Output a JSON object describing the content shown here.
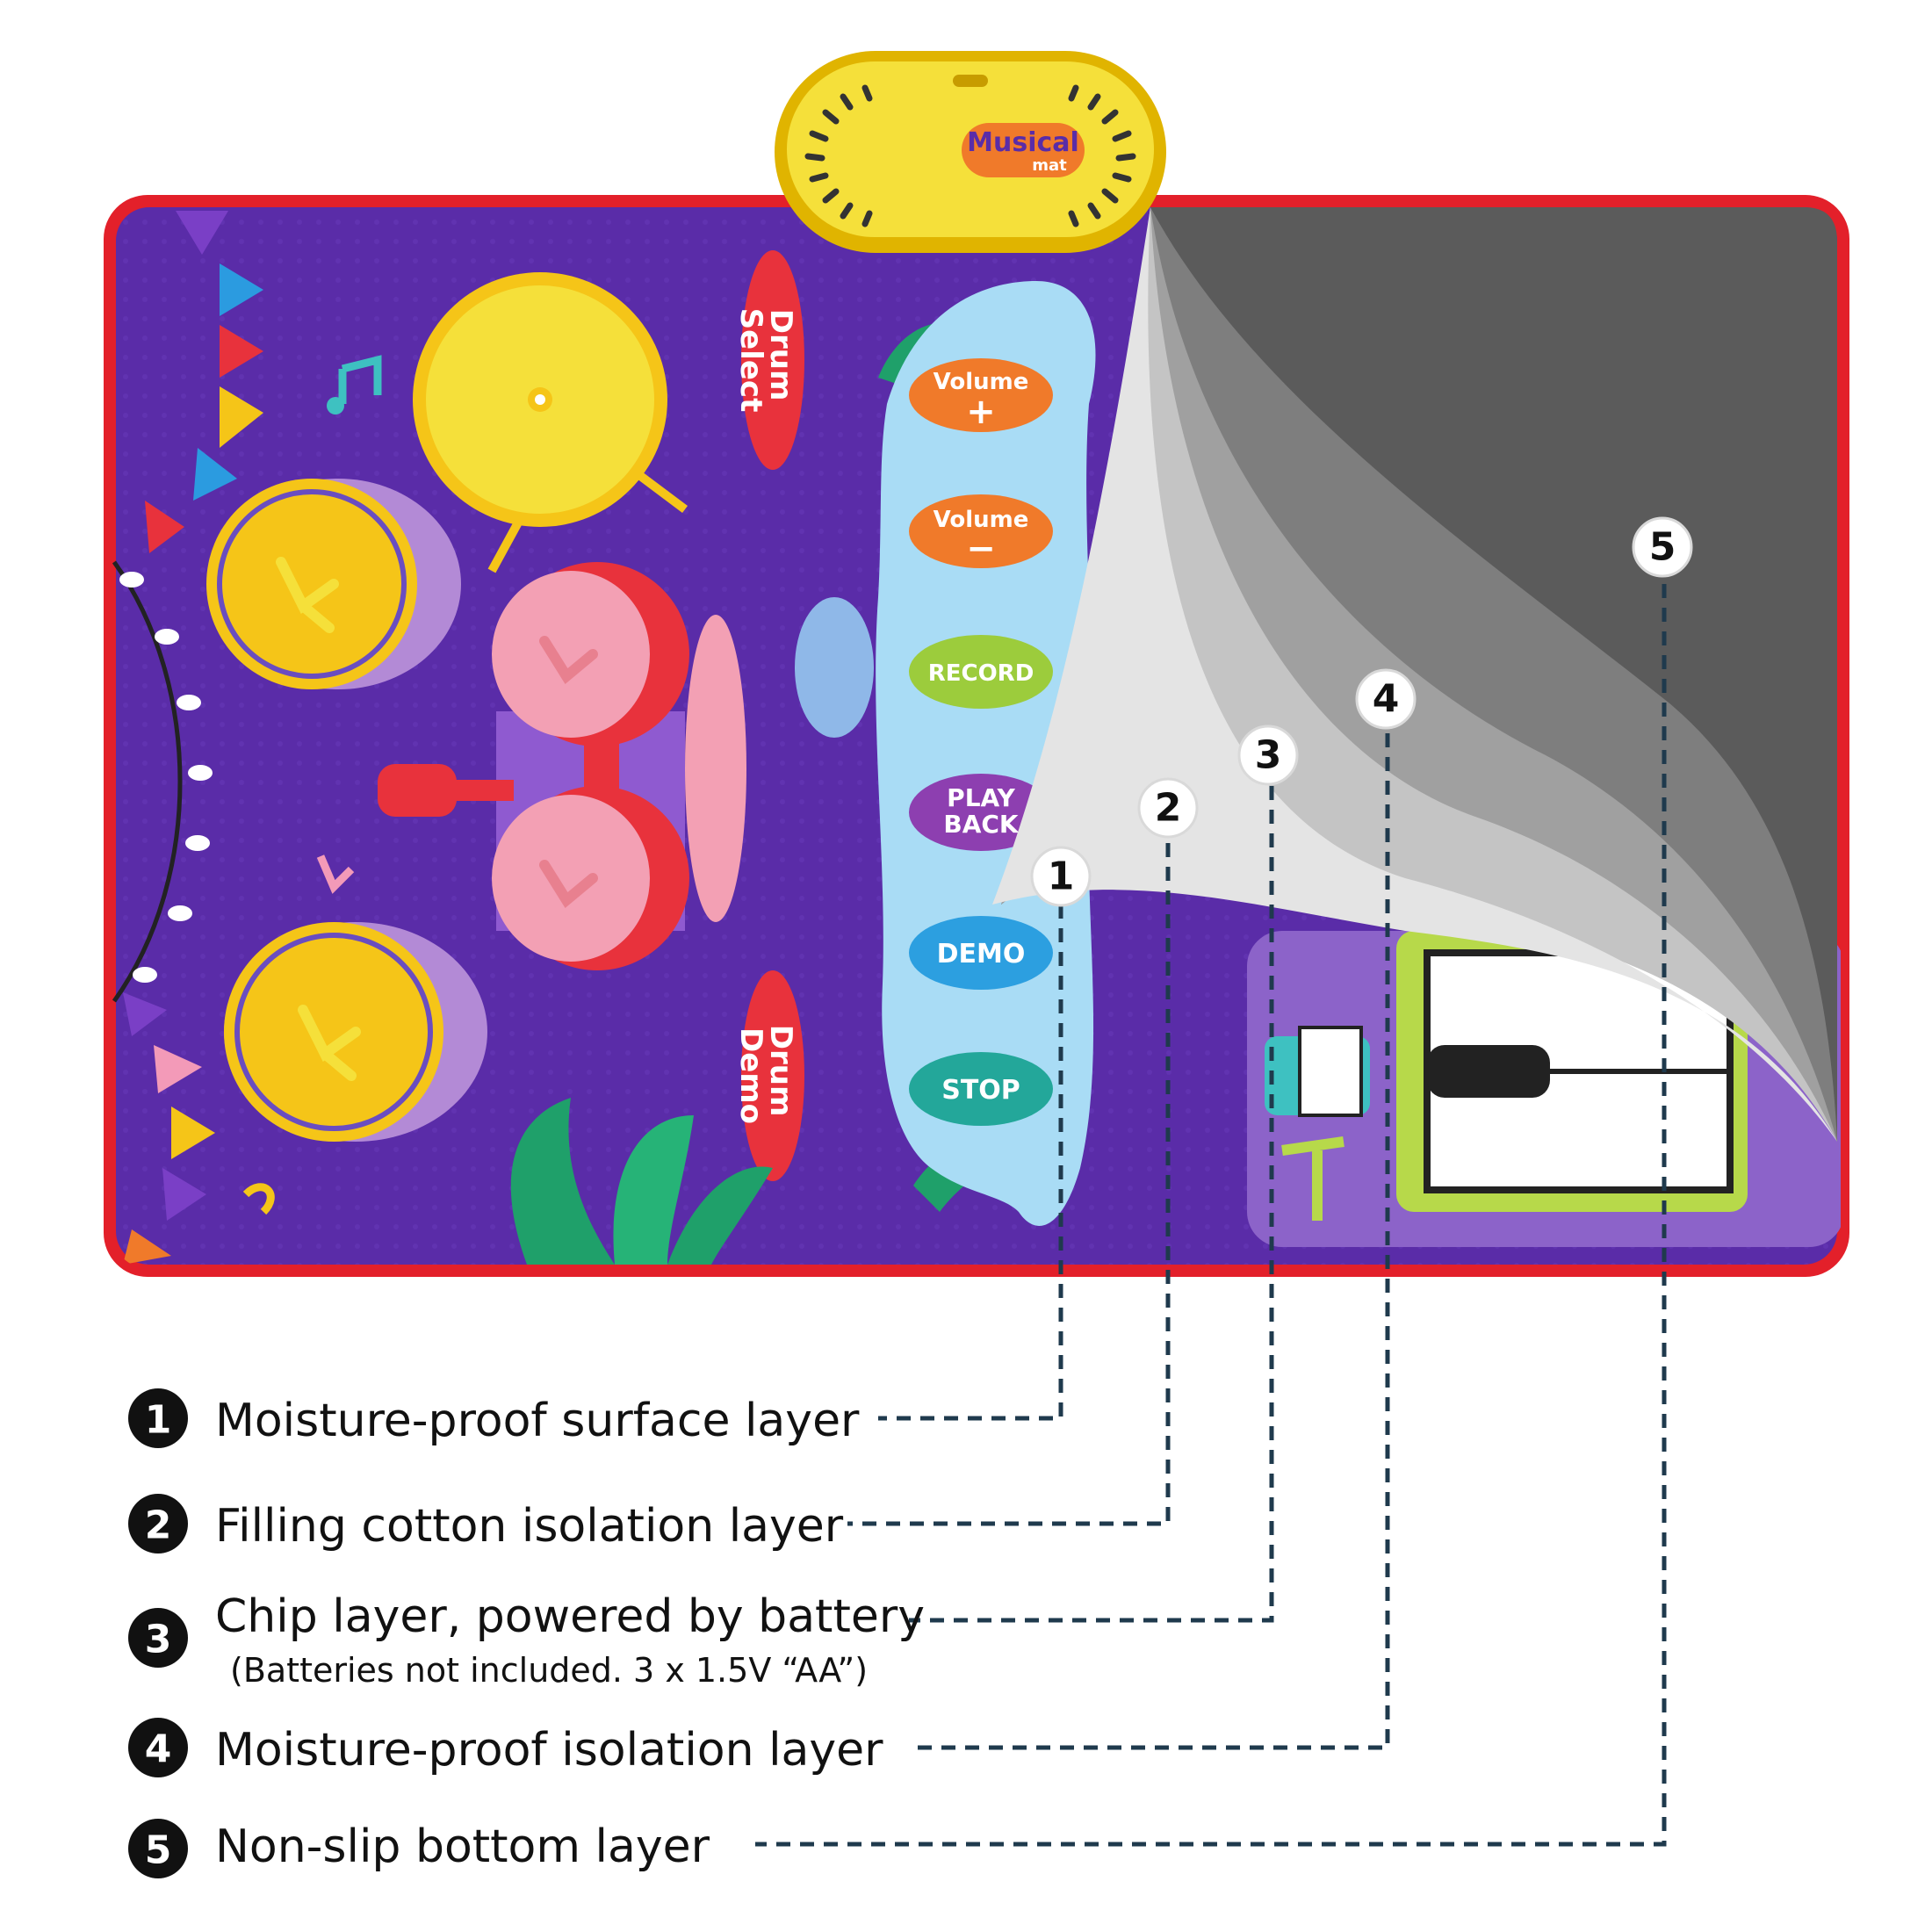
{
  "product": {
    "logo_top": "Musical",
    "logo_bottom": "mat"
  },
  "mat": {
    "drum_select_line1": "Drum",
    "drum_select_line2": "Select",
    "drum_demo_line1": "Drum",
    "drum_demo_line2": "Demo",
    "volume_up_label": "Volume",
    "volume_up_sign": "+",
    "volume_down_label": "Volume",
    "volume_down_sign": "−",
    "record_label": "RECORD",
    "playback_line1": "PLAY",
    "playback_line2": "BACK",
    "demo_label": "DEMO",
    "stop_label": "STOP"
  },
  "markers": [
    "1",
    "2",
    "3",
    "4",
    "5"
  ],
  "legend": [
    {
      "num": "1",
      "label": "Moisture-proof surface layer",
      "sub": ""
    },
    {
      "num": "2",
      "label": "Filling cotton isolation layer",
      "sub": ""
    },
    {
      "num": "3",
      "label": "Chip layer, powered by battery",
      "sub": "(Batteries not included. 3 x 1.5V “AA”)"
    },
    {
      "num": "4",
      "label": "Moisture-proof isolation layer",
      "sub": ""
    },
    {
      "num": "5",
      "label": "Non-slip bottom layer",
      "sub": ""
    }
  ],
  "colors": {
    "mat_border": "#e3202a",
    "mat_purple": "#5a2ca8",
    "cymbal_yellow": "#f5e03a",
    "drum_red": "#e8323c",
    "drum_pink": "#f3a0b4",
    "panel_blue": "#a9dcf5",
    "volume_orange": "#f07a2a",
    "record_green": "#9ccc3c",
    "playback_purple": "#8d3fb0",
    "demo_blue": "#2c9fe0",
    "stop_teal": "#23a79a",
    "layer_dark": "#5b5b5b",
    "leader_line": "#1f3a4d"
  }
}
